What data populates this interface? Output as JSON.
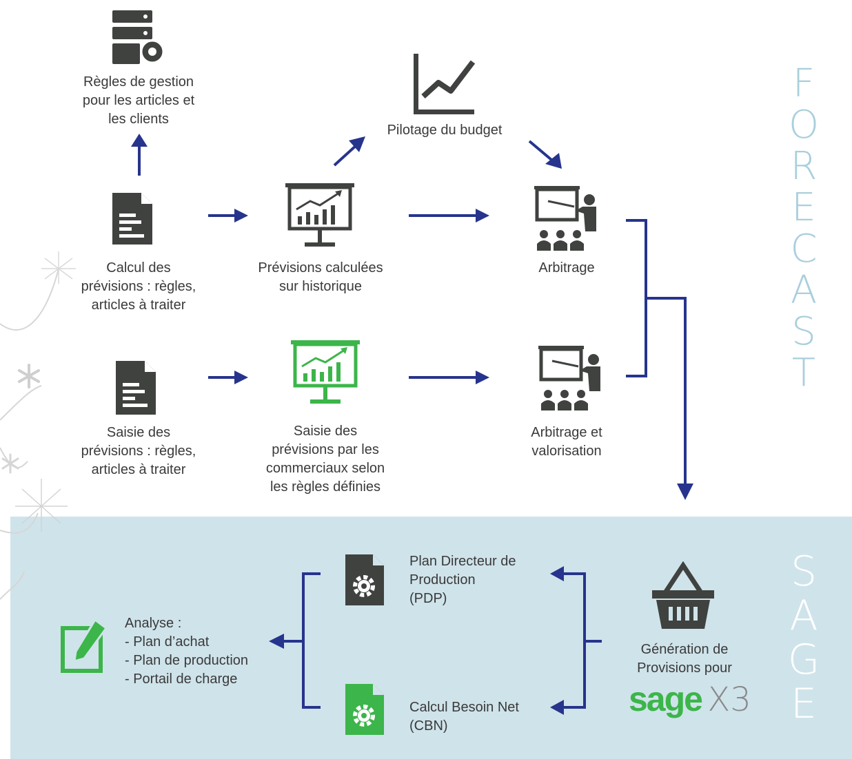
{
  "colors": {
    "arrow": "#26348d",
    "icon_dark": "#3f423f",
    "icon_green": "#3cb54a",
    "sage_panel": "#cfe3ea",
    "forecast_letters": "#a9cfdc",
    "sage_letters": "#ffffff",
    "sage_logo_green": "#3cb54a",
    "sage_logo_grey": "#8a8a8a"
  },
  "vertical_titles": {
    "forecast": [
      "F",
      "O",
      "R",
      "E",
      "C",
      "A",
      "S",
      "T"
    ],
    "sage": [
      "S",
      "A",
      "G",
      "E"
    ]
  },
  "nodes": {
    "regles": {
      "icon": "server-gear-icon",
      "lines": [
        "Règles de gestion",
        "pour les articles et",
        "les clients"
      ]
    },
    "pilotage": {
      "icon": "line-chart-icon",
      "lines": [
        "Pilotage du budget"
      ]
    },
    "calcul": {
      "icon": "document-icon",
      "lines": [
        "Calcul des",
        "prévisions : règles,",
        "articles à traiter"
      ]
    },
    "previsions_calc": {
      "icon": "presentation-chart-icon",
      "lines": [
        "Prévisions calculées",
        "sur historique"
      ]
    },
    "arbitrage": {
      "icon": "presenter-audience-icon",
      "lines": [
        "Arbitrage"
      ]
    },
    "saisie": {
      "icon": "document-icon",
      "lines": [
        "Saisie des",
        "prévisions : règles,",
        "articles à traiter"
      ]
    },
    "saisie_comm": {
      "icon": "presentation-chart-icon",
      "lines": [
        "Saisie des",
        "prévisions par les",
        "commerciaux selon",
        "les règles définies"
      ]
    },
    "arbitrage_val": {
      "icon": "presenter-audience-icon",
      "lines": [
        "Arbitrage et",
        "valorisation"
      ]
    },
    "pdp": {
      "icon": "document-gear-icon",
      "lines": [
        "Plan Directeur de",
        "Production",
        "(PDP)"
      ]
    },
    "cbn": {
      "icon": "document-gear-icon",
      "lines": [
        "Calcul Besoin Net",
        "(CBN)"
      ]
    },
    "analyse": {
      "icon": "edit-icon",
      "lines": [
        "Analyse :",
        "- Plan d’achat",
        "- Plan de production",
        "- Portail de charge"
      ]
    },
    "generation": {
      "icon": "basket-icon",
      "lines": [
        "Génération de",
        "Provisions pour"
      ]
    }
  },
  "logo": {
    "brand": "sage",
    "product": "X3"
  }
}
